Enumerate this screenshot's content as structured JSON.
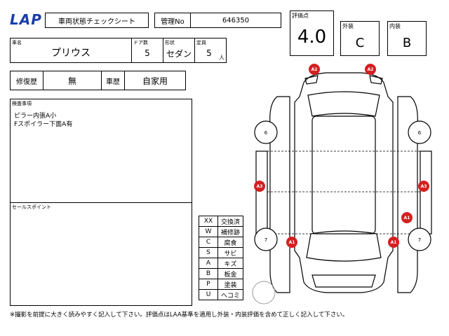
{
  "header": {
    "logo": "LAP",
    "title": "車両状態チェックシート",
    "kanri_label": "管理No",
    "kanri_value": "646350"
  },
  "score": {
    "label": "評価点",
    "value": "4.0",
    "exterior_label": "外装",
    "exterior_value": "C",
    "interior_label": "内装",
    "interior_value": "B"
  },
  "vehicle": {
    "name_label": "車名",
    "name": "プリウス",
    "doors_label": "ドア数",
    "doors": "5",
    "shape_label": "形状",
    "shape": "セダン",
    "capacity_label": "定員",
    "capacity": "5",
    "capacity_unit": "人"
  },
  "history": {
    "repair_label": "修復歴",
    "repair_value": "無",
    "usage_label": "車歴",
    "usage_value": "自家用"
  },
  "inspection": {
    "label": "検査事項",
    "lines": [
      "ピラー内張A小",
      "Fスポイラー下面A有"
    ]
  },
  "sales": {
    "label": "セールスポイント"
  },
  "legend": [
    {
      "code": "XX",
      "meaning": "交換済"
    },
    {
      "code": "W",
      "meaning": "補修跡"
    },
    {
      "code": "C",
      "meaning": "腐食"
    },
    {
      "code": "S",
      "meaning": "サビ"
    },
    {
      "code": "A",
      "meaning": "キズ"
    },
    {
      "code": "B",
      "meaning": "板金"
    },
    {
      "code": "P",
      "meaning": "塗装"
    },
    {
      "code": "U",
      "meaning": "ヘコミ"
    }
  ],
  "diagram": {
    "marks": [
      "A2",
      "A2",
      "A3",
      "A3",
      "A1",
      "A1",
      "A1"
    ],
    "tires": [
      "6",
      "6",
      "7",
      "7"
    ]
  },
  "footer": "※撮影を前提に大きく読みやすく記入して下さい。評価点はLAA基準を適用し外装・内装評価を含めて正しく記入して下さい。",
  "colors": {
    "mark_red": "#d42020"
  }
}
